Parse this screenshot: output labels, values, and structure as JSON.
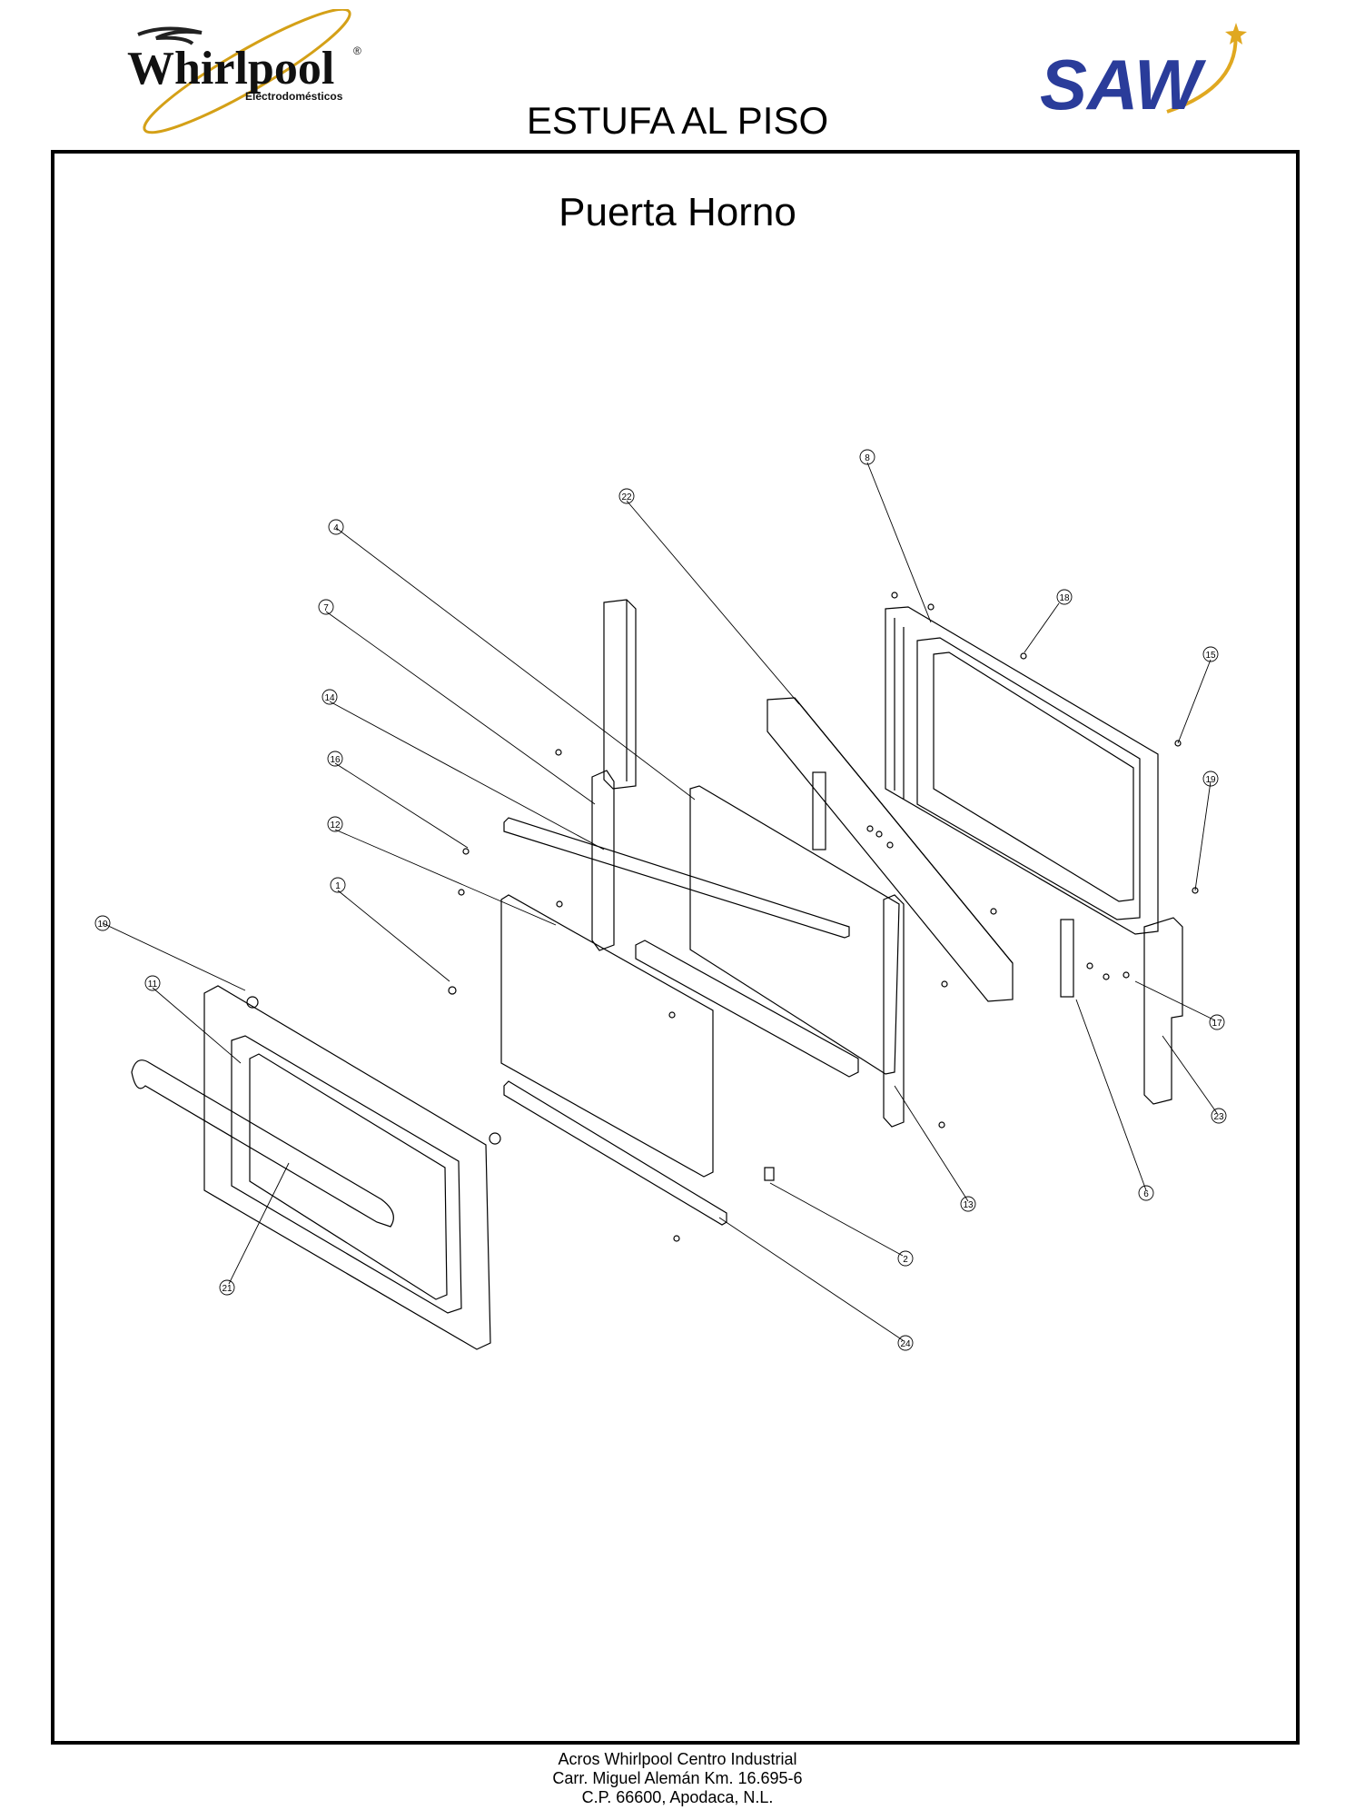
{
  "header": {
    "brand_left": "Whirlpool",
    "brand_left_sub": "Electrodomésticos",
    "brand_right": "SAW",
    "title": "ESTUFA AL PISO"
  },
  "section": {
    "title": "Puerta Horno"
  },
  "callouts": [
    "1",
    "2",
    "4",
    "6",
    "7",
    "8",
    "10",
    "11",
    "12",
    "13",
    "14",
    "15",
    "16",
    "17",
    "18",
    "19",
    "21",
    "22",
    "23",
    "24"
  ],
  "footer": {
    "line1": "Acros Whirlpool Centro Industrial",
    "line2": "Carr. Miguel Alemán Km. 16.695-6",
    "line3": "C.P. 66600, Apodaca, N.L."
  },
  "colors": {
    "line": "#000000",
    "saw_blue": "#2a3c9a",
    "saw_gold": "#e0a820",
    "whirlpool_gold": "#d4a017"
  }
}
